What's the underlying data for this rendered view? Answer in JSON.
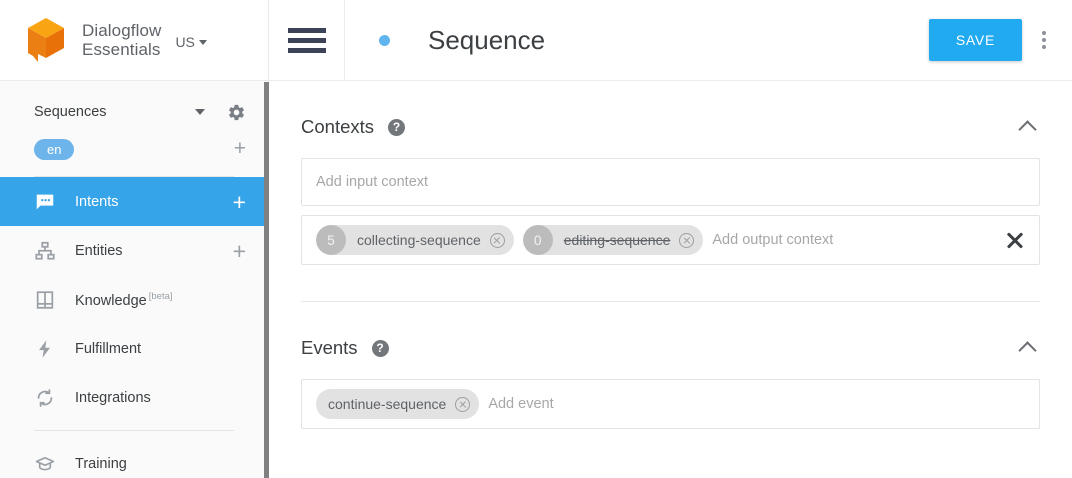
{
  "sidebar": {
    "brand": {
      "line1": "Dialogflow",
      "line2": "Essentials",
      "region": "US"
    },
    "agent": {
      "name": "Sequences"
    },
    "language": {
      "chip": "en",
      "add_label": "+"
    },
    "nav": [
      {
        "label": "Intents",
        "icon": "intents-icon",
        "active": true,
        "plus": "+"
      },
      {
        "label": "Entities",
        "icon": "entities-icon",
        "active": false,
        "plus": "+"
      },
      {
        "label": "Knowledge",
        "icon": "knowledge-icon",
        "active": false,
        "badge": "[beta]"
      },
      {
        "label": "Fulfillment",
        "icon": "fulfillment-icon",
        "active": false
      },
      {
        "label": "Integrations",
        "icon": "integrations-icon",
        "active": false
      },
      {
        "label": "Training",
        "icon": "training-icon",
        "active": false
      }
    ]
  },
  "header": {
    "menu_icon": "hamburger-icon",
    "status_dot": "status-dot",
    "title": "Sequence",
    "save_label": "SAVE",
    "more_icon": "kebab-menu-icon"
  },
  "contexts": {
    "title": "Contexts",
    "help_glyph": "?",
    "input_placeholder": "Add input context",
    "output_placeholder": "Add output context",
    "output_chips": [
      {
        "count": "5",
        "name": "collecting-sequence",
        "struck": false
      },
      {
        "count": "0",
        "name": "editing-sequence",
        "struck": true
      }
    ]
  },
  "events": {
    "title": "Events",
    "help_glyph": "?",
    "placeholder": "Add event",
    "chips": [
      {
        "name": "continue-sequence"
      }
    ]
  },
  "colors": {
    "accent_blue": "#35a4e8",
    "save_blue": "#22aaf0",
    "lang_chip_blue": "#6cb4e9",
    "logo_orange_light": "#f79a0b",
    "logo_orange_dark": "#e8710a",
    "chip_gray": "#e2e2e2",
    "count_gray": "#bcbcbc"
  }
}
